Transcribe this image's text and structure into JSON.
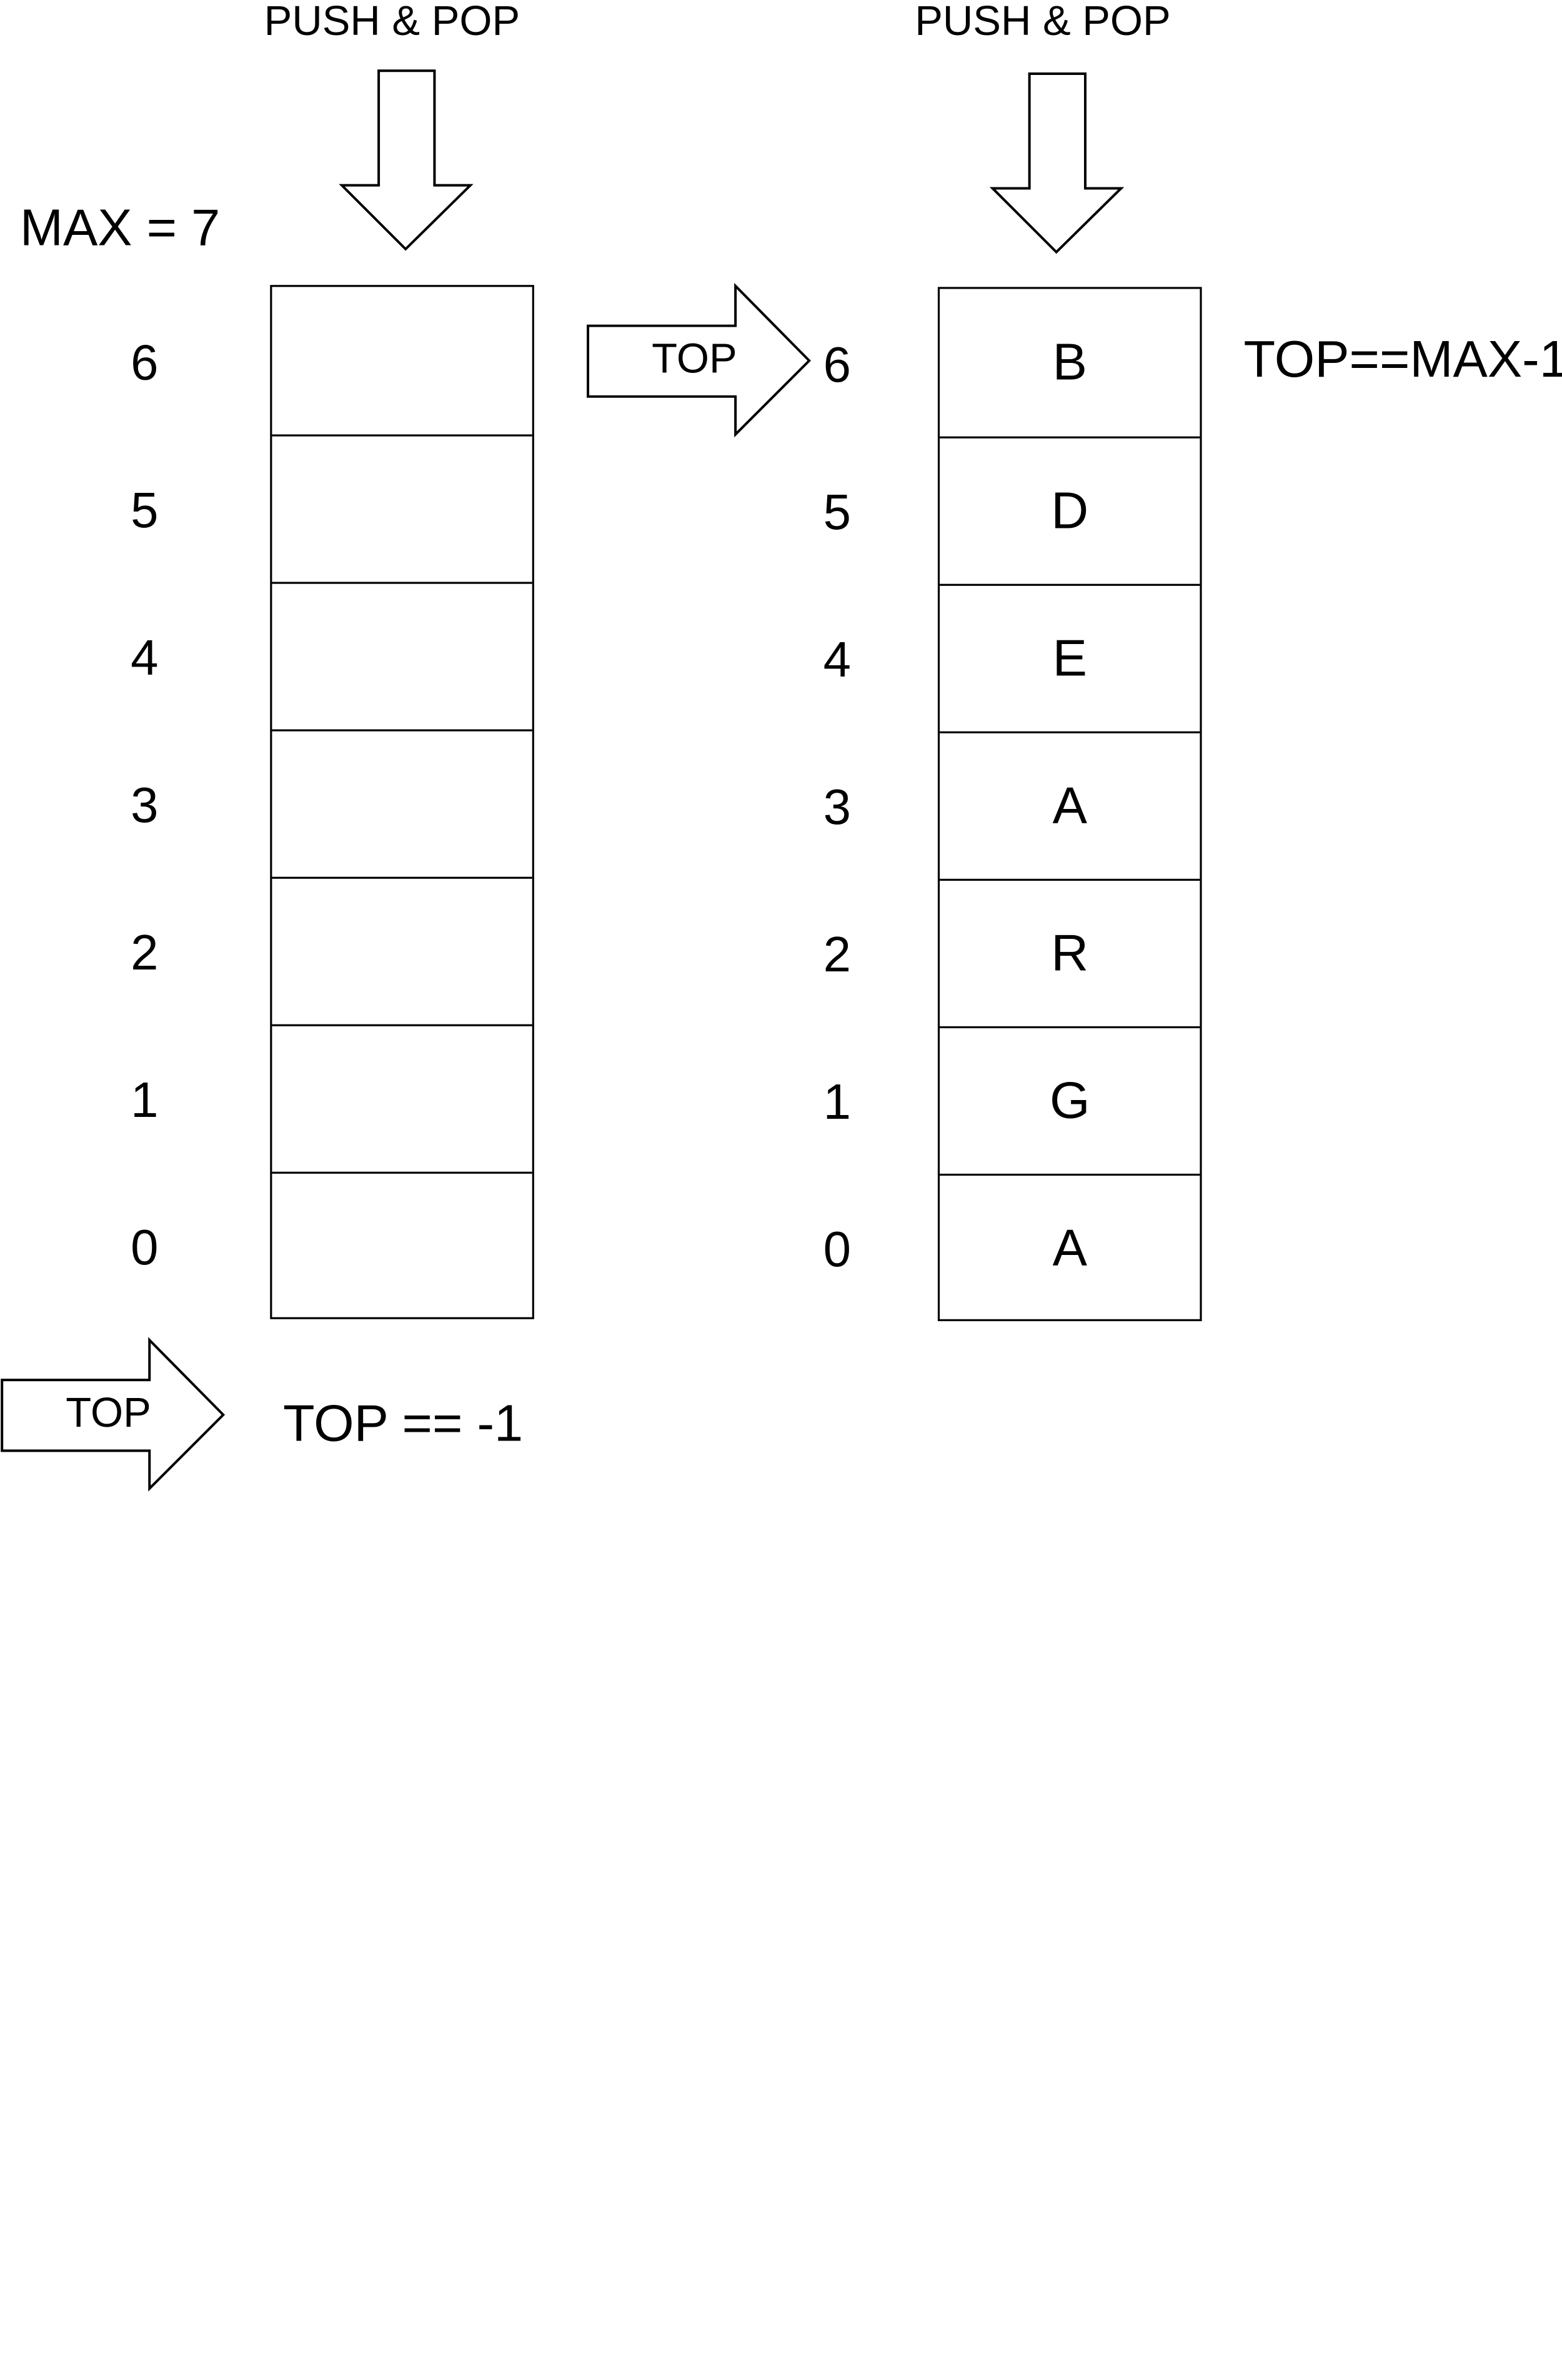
{
  "left_stack": {
    "header": "PUSH & POP",
    "max_label": "MAX = 7",
    "indices": [
      "6",
      "5",
      "4",
      "3",
      "2",
      "1",
      "0"
    ],
    "cells": [
      "",
      "",
      "",
      "",
      "",
      "",
      ""
    ],
    "top_label": "TOP",
    "condition": "TOP == -1"
  },
  "right_stack": {
    "header": "PUSH & POP",
    "indices": [
      "6",
      "5",
      "4",
      "3",
      "2",
      "1",
      "0"
    ],
    "cells": [
      "B",
      "D",
      "E",
      "A",
      "R",
      "G",
      "A"
    ],
    "top_label": "TOP",
    "condition": "TOP==MAX-1"
  }
}
